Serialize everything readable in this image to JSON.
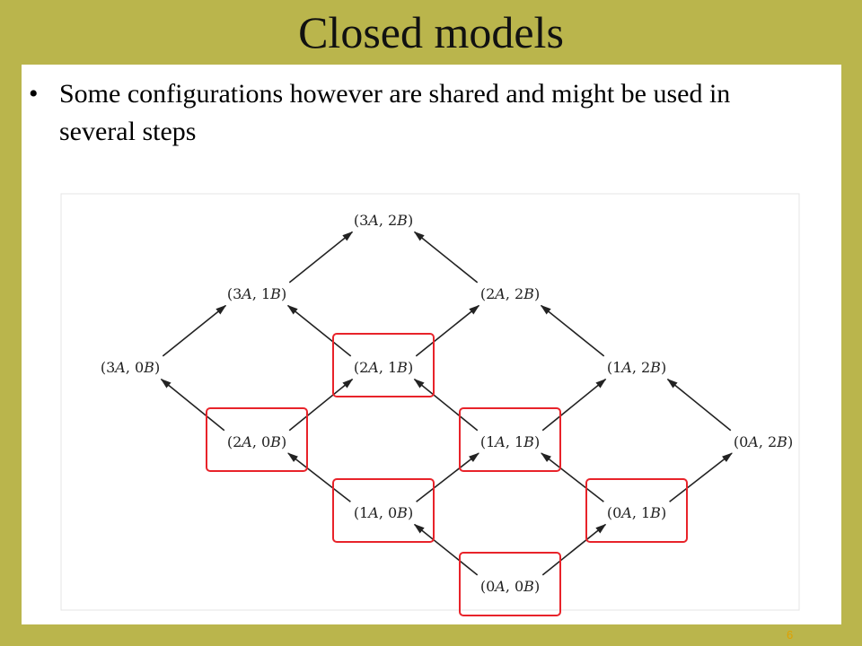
{
  "slide": {
    "title": "Closed models",
    "bullet_symbol": "•",
    "bullet_text": "Some configurations however are shared and might be used in several steps",
    "slide_number": "6"
  },
  "diagram": {
    "nodes": [
      {
        "id": "3A2B",
        "a": "3",
        "b": "2",
        "highlighted": false
      },
      {
        "id": "3A1B",
        "a": "3",
        "b": "1",
        "highlighted": false
      },
      {
        "id": "2A2B",
        "a": "2",
        "b": "2",
        "highlighted": false
      },
      {
        "id": "3A0B",
        "a": "3",
        "b": "0",
        "highlighted": false
      },
      {
        "id": "2A1B",
        "a": "2",
        "b": "1",
        "highlighted": true
      },
      {
        "id": "1A2B",
        "a": "1",
        "b": "2",
        "highlighted": false
      },
      {
        "id": "2A0B",
        "a": "2",
        "b": "0",
        "highlighted": true
      },
      {
        "id": "1A1B",
        "a": "1",
        "b": "1",
        "highlighted": true
      },
      {
        "id": "0A2B",
        "a": "0",
        "b": "2",
        "highlighted": false
      },
      {
        "id": "1A0B",
        "a": "1",
        "b": "0",
        "highlighted": true
      },
      {
        "id": "0A1B",
        "a": "0",
        "b": "1",
        "highlighted": true
      },
      {
        "id": "0A0B",
        "a": "0",
        "b": "0",
        "highlighted": true
      }
    ],
    "edges": [
      {
        "from": "3A1B",
        "to": "3A2B"
      },
      {
        "from": "2A2B",
        "to": "3A2B"
      },
      {
        "from": "3A0B",
        "to": "3A1B"
      },
      {
        "from": "2A1B",
        "to": "3A1B"
      },
      {
        "from": "2A1B",
        "to": "2A2B"
      },
      {
        "from": "1A2B",
        "to": "2A2B"
      },
      {
        "from": "2A0B",
        "to": "3A0B"
      },
      {
        "from": "2A0B",
        "to": "2A1B"
      },
      {
        "from": "1A1B",
        "to": "2A1B"
      },
      {
        "from": "1A1B",
        "to": "1A2B"
      },
      {
        "from": "0A2B",
        "to": "1A2B"
      },
      {
        "from": "1A0B",
        "to": "2A0B"
      },
      {
        "from": "1A0B",
        "to": "1A1B"
      },
      {
        "from": "0A1B",
        "to": "1A1B"
      },
      {
        "from": "0A1B",
        "to": "0A2B"
      },
      {
        "from": "0A0B",
        "to": "1A0B"
      },
      {
        "from": "0A0B",
        "to": "0A1B"
      }
    ],
    "highlight_color": "#e8232a",
    "arrow_color": "#222222"
  }
}
